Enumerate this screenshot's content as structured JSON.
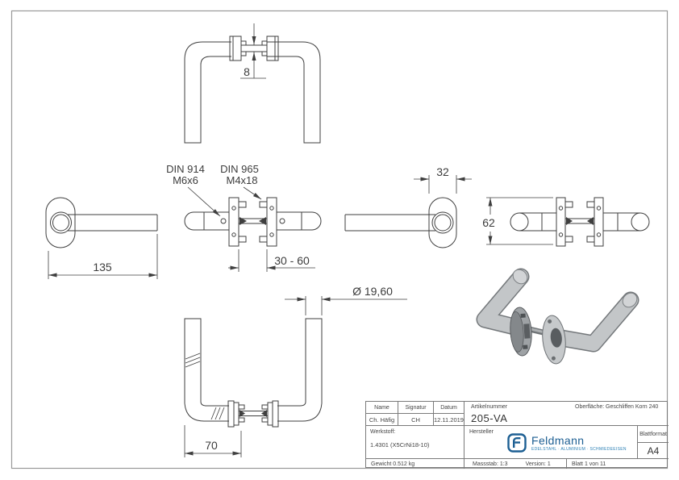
{
  "document": {
    "type": "technical-drawing",
    "subject": "door lever handle pair with oval rosettes"
  },
  "dimensions": {
    "spindle_square": "8",
    "handle_length": "135",
    "door_thickness_range": "30 - 60",
    "rosette_width": "32",
    "rosette_height": "62",
    "grip_length": "70",
    "tube_diameter": "Ø 19,60",
    "din_annotation_1": {
      "line1": "DIN 914",
      "line2": "M6x6"
    },
    "din_annotation_2": {
      "line1": "DIN 965",
      "line2": "M4x18"
    }
  },
  "title_block": {
    "name": {
      "label": "Name",
      "value": "Ch. Häfig"
    },
    "signatur": {
      "label": "Signatur",
      "value": "CH"
    },
    "datum": {
      "label": "Datum",
      "value": "12.11.2019"
    },
    "artikelnummer": {
      "label": "Artikelnummer",
      "value": "205-VA"
    },
    "oberflaeche": {
      "label": "Oberfläche:",
      "value": "Geschliffen Korn 240"
    },
    "werkstoff": {
      "label": "Werkstoff:",
      "value": "1.4301 (X5CrNi18-10)"
    },
    "hersteller_label": "Hersteller",
    "logo": {
      "name": "Feldmann",
      "tagline": "EDELSTAHL · ALUMINIUM · SCHMIEDEEISEN"
    },
    "blattformat": {
      "label": "Blattformat",
      "value": "A4"
    },
    "gewicht": "Gewicht 0.512 kg",
    "massstab": "Massstab: 1:3",
    "version": "Version: 1",
    "blatt": "Blatt 1 von 11"
  },
  "colors": {
    "line": "#3f3f3f",
    "frame": "#999999",
    "logo_blue": "#1d5f93",
    "logo_teal": "#2a7fb5",
    "render_tube": "#c3c6c8",
    "render_edge": "#74787b"
  }
}
